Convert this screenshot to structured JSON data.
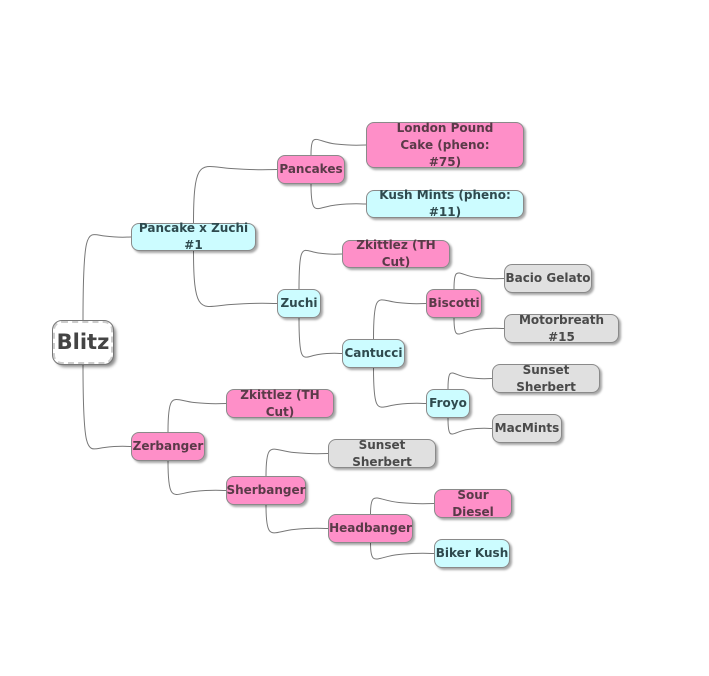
{
  "colors": {
    "pink": "#fe8fc8",
    "cyan": "#ccfcff",
    "gray": "#e0e0e0",
    "line": "#777777"
  },
  "nodes": {
    "blitz": "Blitz",
    "pzx": "Pancake x Zuchi #1",
    "pancakes": "Pancakes",
    "lpc": "London Pound Cake (pheno: #75)",
    "kush": "Kush Mints (pheno: #11)",
    "zk1": "Zkittlez (TH Cut)",
    "zuchi": "Zuchi",
    "cantucci": "Cantucci",
    "biscotti": "Biscotti",
    "bacio": "Bacio Gelato",
    "motor": "Motorbreath #15",
    "froyo": "Froyo",
    "ss1": "Sunset Sherbert",
    "macmints": "MacMints",
    "zerbanger": "Zerbanger",
    "zk2": "Zkittlez (TH Cut)",
    "sherbanger": "Sherbanger",
    "ss2": "Sunset Sherbert",
    "headbanger": "Headbanger",
    "sour": "Sour Diesel",
    "biker": "Biker Kush"
  },
  "edges": [
    [
      "blitz",
      "pzx"
    ],
    [
      "blitz",
      "zerbanger"
    ],
    [
      "pzx",
      "pancakes"
    ],
    [
      "pzx",
      "zuchi"
    ],
    [
      "pancakes",
      "lpc"
    ],
    [
      "pancakes",
      "kush"
    ],
    [
      "zuchi",
      "zk1"
    ],
    [
      "zuchi",
      "cantucci"
    ],
    [
      "cantucci",
      "biscotti"
    ],
    [
      "cantucci",
      "froyo"
    ],
    [
      "biscotti",
      "bacio"
    ],
    [
      "biscotti",
      "motor"
    ],
    [
      "froyo",
      "ss1"
    ],
    [
      "froyo",
      "macmints"
    ],
    [
      "zerbanger",
      "zk2"
    ],
    [
      "zerbanger",
      "sherbanger"
    ],
    [
      "sherbanger",
      "ss2"
    ],
    [
      "sherbanger",
      "headbanger"
    ],
    [
      "headbanger",
      "sour"
    ],
    [
      "headbanger",
      "biker"
    ]
  ]
}
